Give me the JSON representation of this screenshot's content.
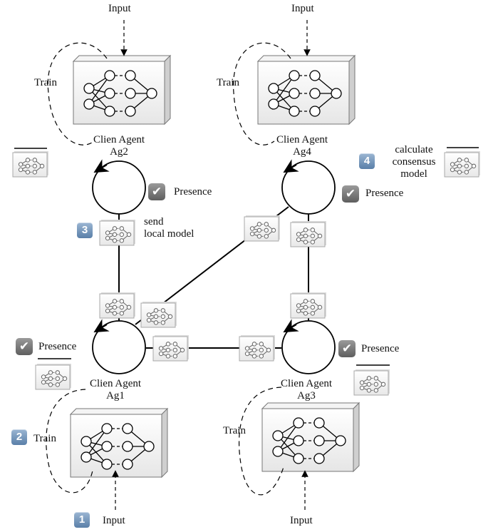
{
  "agents": {
    "ag1": {
      "name": "Clien Agent",
      "id": "Ag1"
    },
    "ag2": {
      "name": "Clien Agent",
      "id": "Ag2"
    },
    "ag3": {
      "name": "Clien Agent",
      "id": "Ag3"
    },
    "ag4": {
      "name": "Clien Agent",
      "id": "Ag4"
    }
  },
  "labels": {
    "input": "Input",
    "train": "Train",
    "presence": "Presence",
    "send_line1": "send",
    "send_line2": "local model",
    "calc_line1": "calculate",
    "calc_line2": "consensus",
    "calc_line3": "model"
  },
  "steps": {
    "s1": "1",
    "s2": "2",
    "s3": "3",
    "s4": "4"
  },
  "icons": {
    "check": "check-icon",
    "network": "neural-network-icon"
  },
  "colors": {
    "step_badge": "#6f8fb3",
    "check_badge": "#7a7a7a",
    "line": "#000000"
  }
}
